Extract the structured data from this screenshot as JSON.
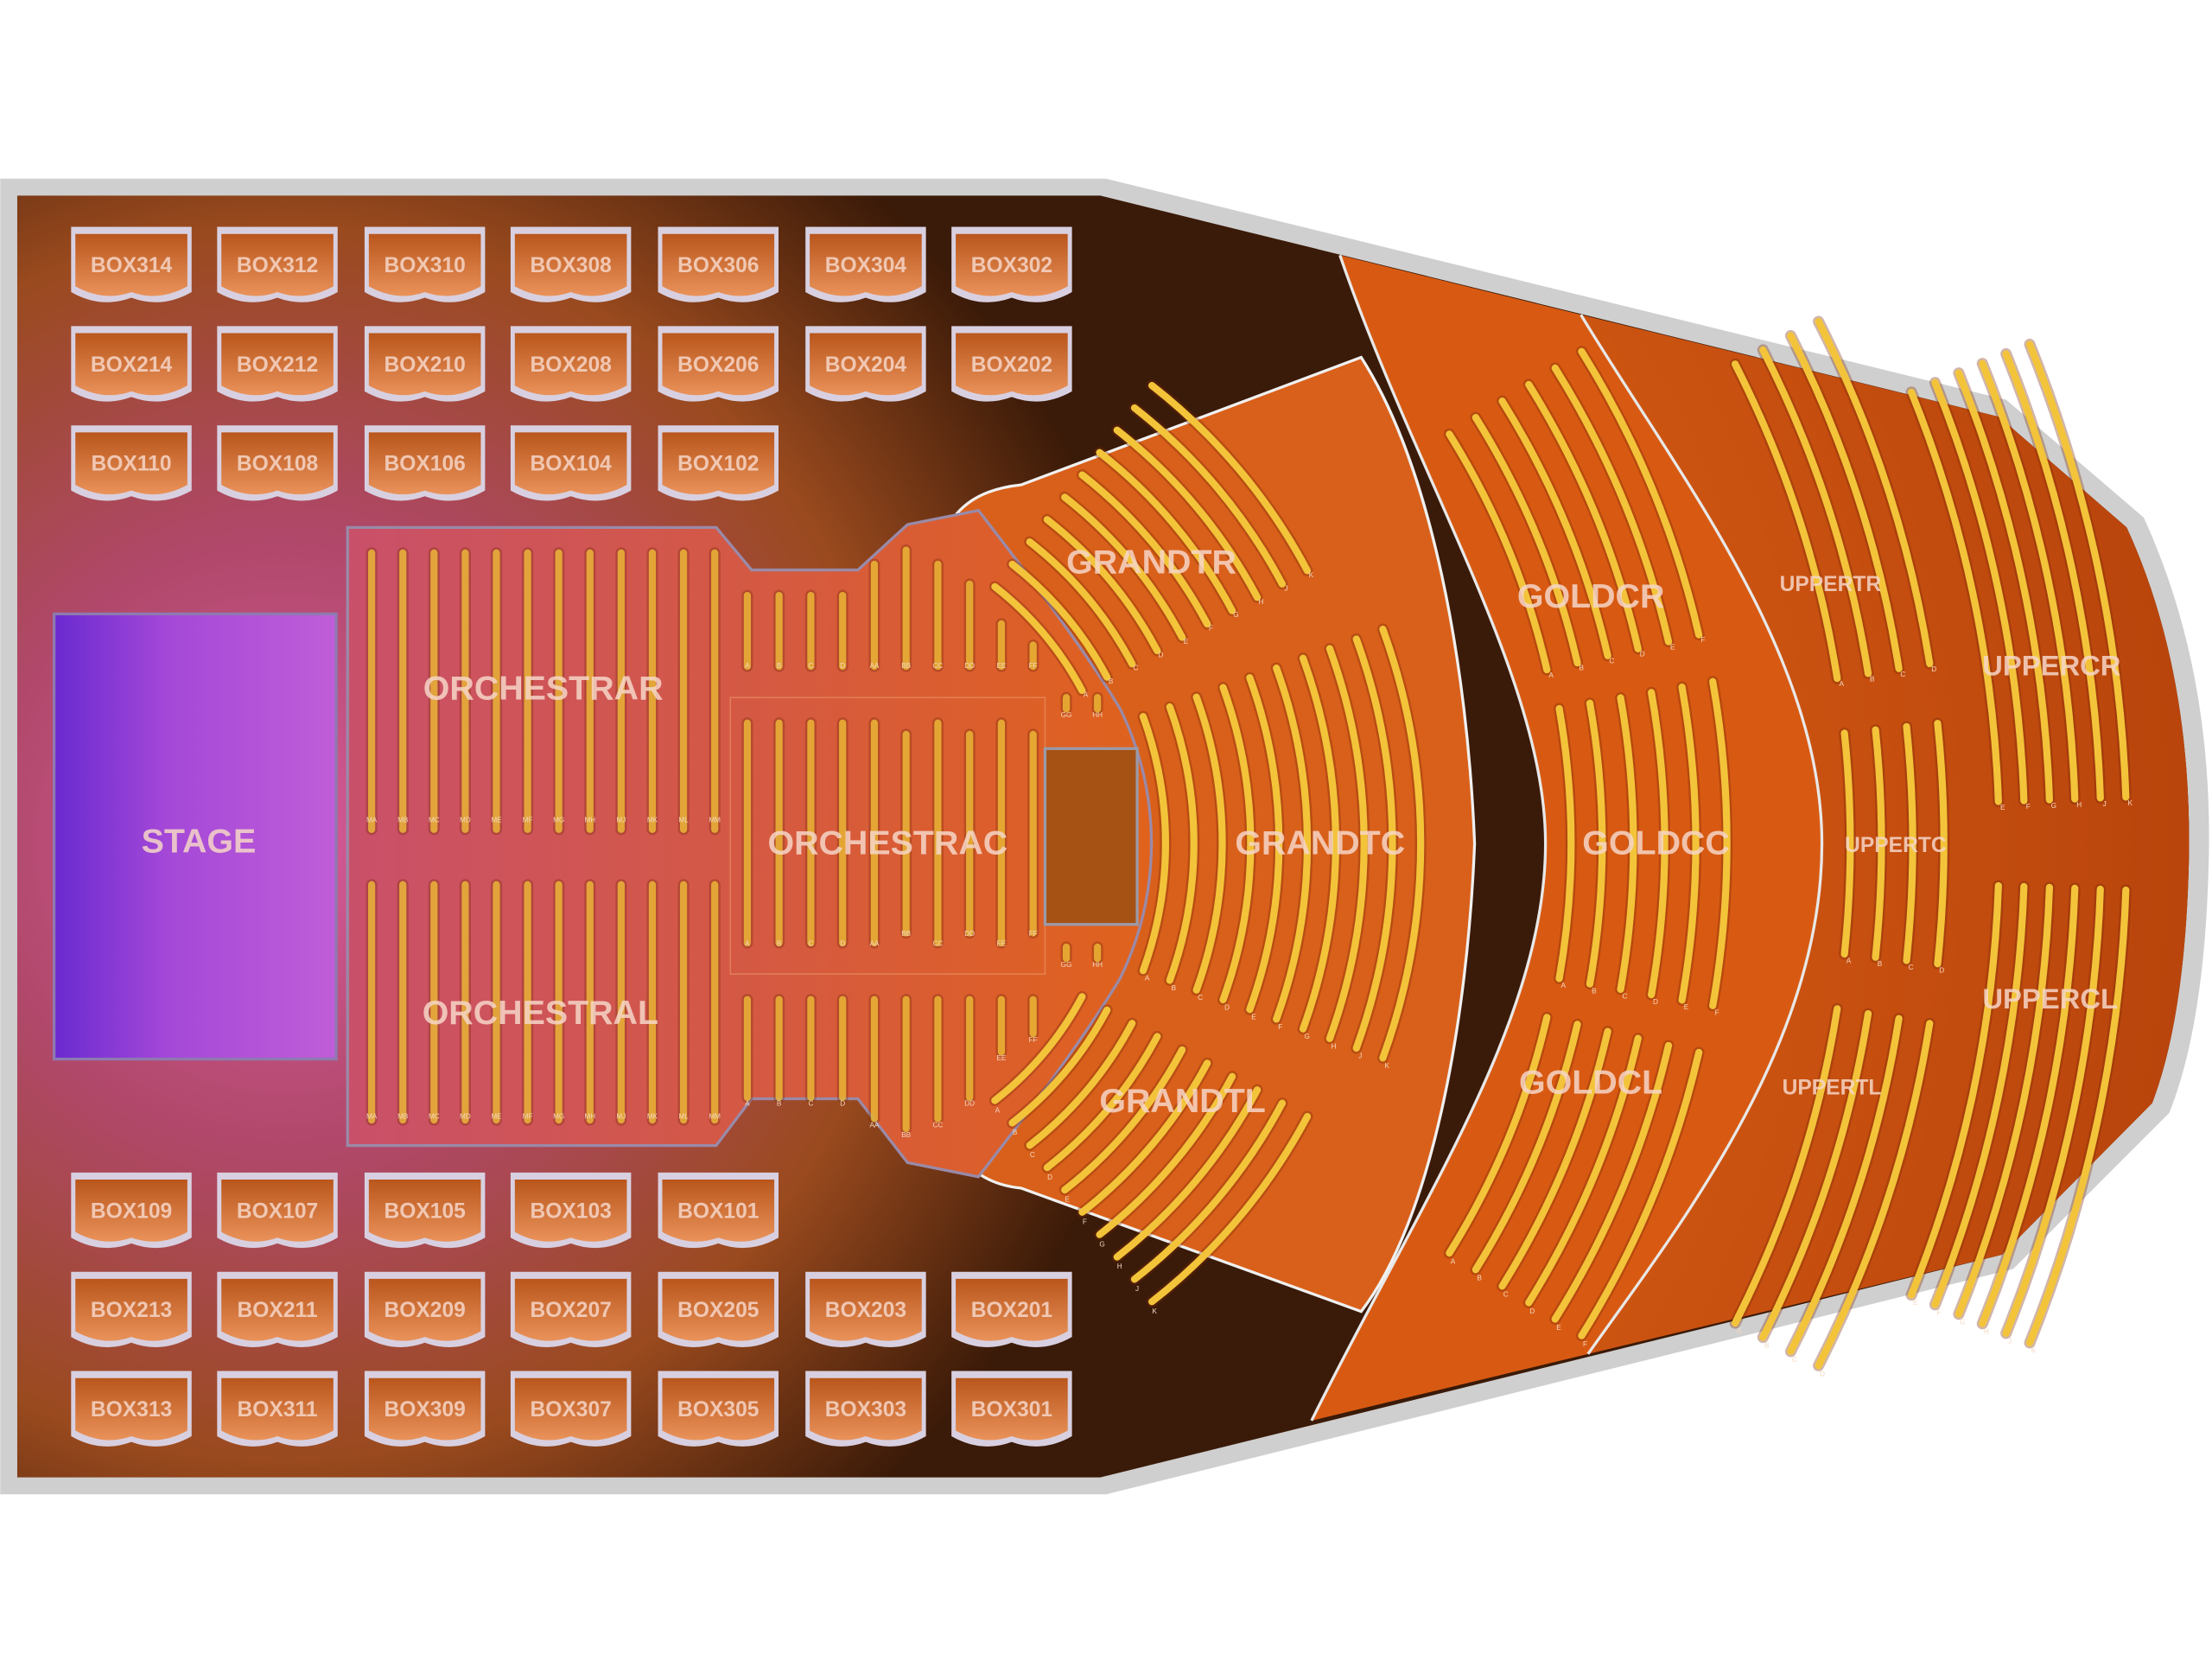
{
  "stage": {
    "label": "STAGE"
  },
  "boxes": {
    "top_rows": [
      [
        "BOX314",
        "BOX312",
        "BOX310",
        "BOX308",
        "BOX306",
        "BOX304",
        "BOX302"
      ],
      [
        "BOX214",
        "BOX212",
        "BOX210",
        "BOX208",
        "BOX206",
        "BOX204",
        "BOX202"
      ],
      [
        "BOX110",
        "BOX108",
        "BOX106",
        "BOX104",
        "BOX102"
      ]
    ],
    "bottom_rows": [
      [
        "BOX109",
        "BOX107",
        "BOX105",
        "BOX103",
        "BOX101"
      ],
      [
        "BOX213",
        "BOX211",
        "BOX209",
        "BOX207",
        "BOX205",
        "BOX203",
        "BOX201"
      ],
      [
        "BOX313",
        "BOX311",
        "BOX309",
        "BOX307",
        "BOX305",
        "BOX303",
        "BOX301"
      ]
    ]
  },
  "sections": {
    "orchestra_r": {
      "label": "ORCHESTRAR",
      "rows": [
        "MA",
        "MB",
        "MC",
        "MD",
        "ME",
        "MF",
        "MG",
        "MH",
        "MJ",
        "MK",
        "ML",
        "MM"
      ]
    },
    "orchestra_l": {
      "label": "ORCHESTRAL",
      "rows": [
        "MA",
        "MB",
        "MC",
        "MD",
        "ME",
        "MF",
        "MG",
        "MH",
        "MJ",
        "MK",
        "ML",
        "MM"
      ]
    },
    "orchestra_c": {
      "label": "ORCHESTRAC",
      "rows": [
        "A",
        "B",
        "C",
        "D",
        "AA",
        "BB",
        "CC",
        "DD",
        "EE",
        "FF"
      ],
      "extra_rows": [
        "GG",
        "HH"
      ]
    },
    "grand_tr": {
      "label": "GRANDTR",
      "rows": [
        "A",
        "B",
        "C",
        "D",
        "E",
        "F",
        "G",
        "H",
        "J",
        "K"
      ]
    },
    "grand_tc": {
      "label": "GRANDTC",
      "rows": [
        "A",
        "B",
        "C",
        "D",
        "E",
        "F",
        "G",
        "H",
        "J",
        "K"
      ]
    },
    "grand_tl": {
      "label": "GRANDTL",
      "rows": [
        "A",
        "B",
        "C",
        "D",
        "E",
        "F",
        "G",
        "H",
        "J",
        "K"
      ]
    },
    "gold_cr": {
      "label": "GOLDCR",
      "rows": [
        "A",
        "B",
        "C",
        "D",
        "E",
        "F"
      ]
    },
    "gold_cc": {
      "label": "GOLDCC",
      "rows": [
        "A",
        "B",
        "C",
        "D",
        "E",
        "F"
      ]
    },
    "gold_cl": {
      "label": "GOLDCL",
      "rows": [
        "A",
        "B",
        "C",
        "D",
        "E",
        "F"
      ]
    },
    "upper_tr": {
      "label": "UPPERTR",
      "rows": [
        "A",
        "B",
        "C",
        "D"
      ]
    },
    "upper_tc": {
      "label": "UPPERTC",
      "rows": [
        "A",
        "B",
        "C",
        "D"
      ]
    },
    "upper_tl": {
      "label": "UPPERTL",
      "rows": [
        "A",
        "B",
        "C",
        "D"
      ]
    },
    "upper_cr": {
      "label": "UPPERCR",
      "rows": [
        "E",
        "F",
        "G",
        "H",
        "J",
        "K"
      ]
    },
    "upper_cl": {
      "label": "UPPERCL",
      "rows": [
        "E",
        "F",
        "G",
        "H",
        "J",
        "K"
      ]
    }
  },
  "colors": {
    "venue_border": "#cfcfcf",
    "floor": "#c2520f",
    "stage": "#b04fd6",
    "seat_row": "#f3c43a",
    "box_fill": "#d9702a"
  }
}
